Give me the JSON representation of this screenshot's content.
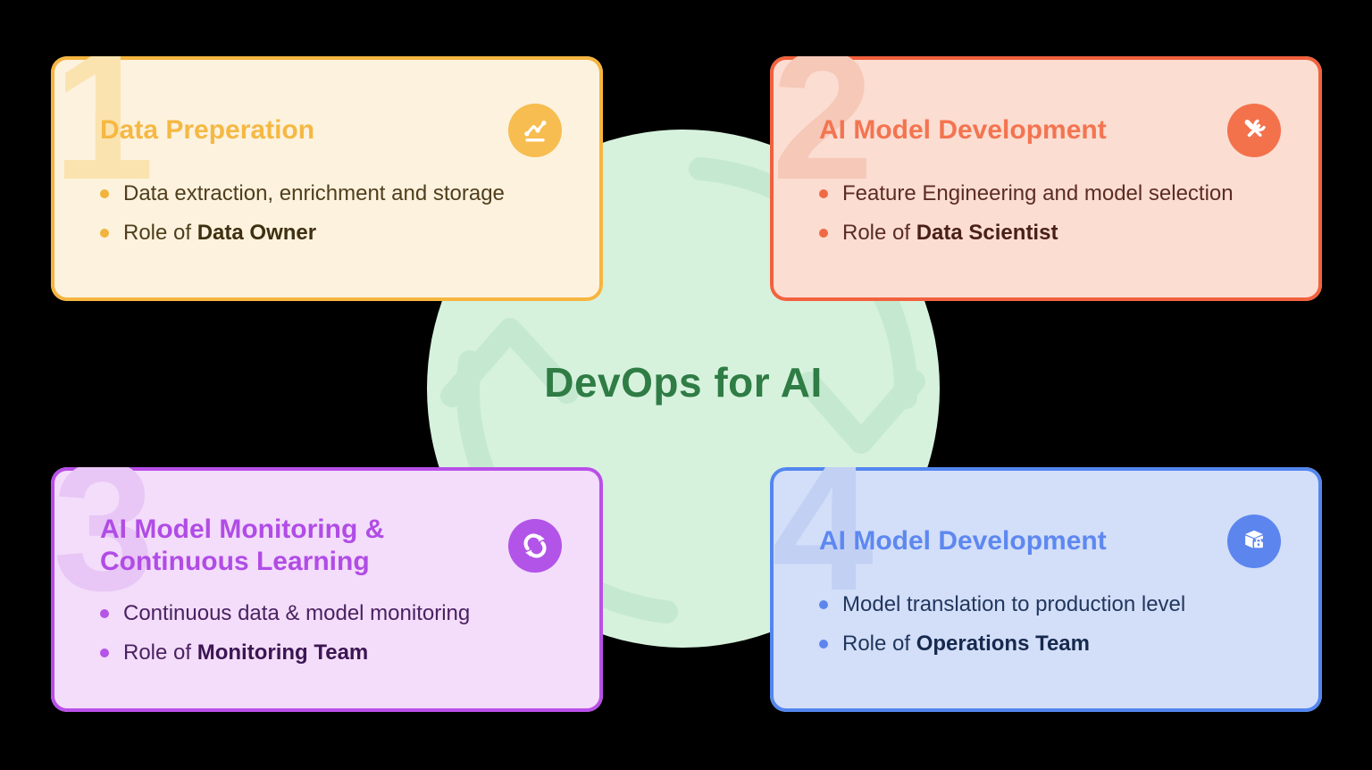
{
  "background_color": "#000000",
  "center": {
    "title": "DevOps for AI",
    "icon": "cycle-arrows-icon",
    "colors": {
      "circle": "#D6F2DD",
      "arrows": "#C5E9D0",
      "title_color": "#2F7C45"
    }
  },
  "cards": [
    {
      "number": "1",
      "title": "Data Preperation",
      "icon": "line-chart-icon",
      "colors": {
        "border": "#F6B53F",
        "bg": "#FCF2DE",
        "title": "#F5B843",
        "watermark": "#FAE3AF",
        "text": "#4F3E1C",
        "bold": "#3E3010",
        "dot": "#F2B33C",
        "icon_bg": "#F7BD50",
        "icon_fg": "#FFFFFF"
      },
      "bullets": [
        {
          "text": "Data extraction, enrichment and storage",
          "bold": ""
        },
        {
          "text": "Role of ",
          "bold": "Data Owner"
        }
      ]
    },
    {
      "number": "2",
      "title": "AI Model Development",
      "icon": "tools-icon",
      "colors": {
        "border": "#F2613D",
        "bg": "#FBDDD2",
        "title": "#F37450",
        "watermark": "#F6C8B8",
        "text": "#5C2C22",
        "bold": "#4A1F16",
        "dot": "#EE6A45",
        "icon_bg": "#F3724C",
        "icon_fg": "#FFFFFF"
      },
      "bullets": [
        {
          "text": "Feature Engineering and model selection",
          "bold": ""
        },
        {
          "text": "Role of ",
          "bold": "Data Scientist"
        }
      ]
    },
    {
      "number": "3",
      "title": "AI Model Monitoring &\nContinuous Learning",
      "icon": "sync-icon",
      "colors": {
        "border": "#B94FE8",
        "bg": "#F3DDFA",
        "title": "#B14CE6",
        "watermark": "#E8C6F5",
        "text": "#4B2161",
        "bold": "#3C1553",
        "dot": "#B455E8",
        "icon_bg": "#B254E8",
        "icon_fg": "#FFFFFF"
      },
      "bullets": [
        {
          "text": "Continuous data & model monitoring",
          "bold": ""
        },
        {
          "text": "Role of ",
          "bold": "Monitoring Team"
        }
      ]
    },
    {
      "number": "4",
      "title": "AI Model Development",
      "icon": "package-icon",
      "colors": {
        "border": "#5386EE",
        "bg": "#D3DEF8",
        "title": "#5D88F0",
        "watermark": "#C2D0F4",
        "text": "#20375E",
        "bold": "#15294E",
        "dot": "#5C86EE",
        "icon_bg": "#5C86EE",
        "icon_fg": "#FFFFFF"
      },
      "bullets": [
        {
          "text": "Model translation to production level",
          "bold": ""
        },
        {
          "text": "Role of ",
          "bold": "Operations Team"
        }
      ]
    }
  ]
}
